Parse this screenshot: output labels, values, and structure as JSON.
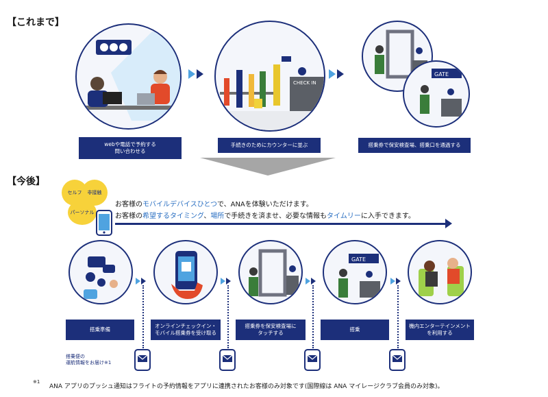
{
  "sections": {
    "before_title": "【これまで】",
    "after_title": "【今後】"
  },
  "before": {
    "steps": [
      {
        "label": "webや電話で予約する\n問い合わせる",
        "icon": "call-center-icon"
      },
      {
        "label": "手続きのためにカウンターに並ぶ",
        "icon": "check-in-counter-icon",
        "scene_text": "CHECK IN"
      },
      {
        "label": "搭乗券で保安検査場、搭乗口を通過する",
        "icon": "security-gate-icon",
        "scene_text": "GATE"
      }
    ]
  },
  "tags": [
    "セルフ",
    "非接触",
    "パーソナル"
  ],
  "message": {
    "line1": [
      {
        "text": "お客様の",
        "hl": false
      },
      {
        "text": "モバイルデバイスひとつ",
        "hl": true
      },
      {
        "text": "で、ANAを体験いただけます。",
        "hl": false
      }
    ],
    "line2": [
      {
        "text": "お客様の",
        "hl": false
      },
      {
        "text": "希望するタイミング",
        "hl": true
      },
      {
        "text": "、",
        "hl": false
      },
      {
        "text": "場所",
        "hl": true
      },
      {
        "text": "で手続きを済ませ、必要な情報も",
        "hl": false
      },
      {
        "text": "タイムリー",
        "hl": true
      },
      {
        "text": "に入手できます。",
        "hl": false
      }
    ]
  },
  "after": {
    "steps": [
      {
        "label": "搭乗準備",
        "icon": "mobile-prep-icon"
      },
      {
        "label": "オンラインチェックイン・\nモバイル搭乗券を受け取る",
        "icon": "mobile-checkin-icon"
      },
      {
        "label": "搭乗券を保安検査場に\nタッチする",
        "icon": "security-touch-icon"
      },
      {
        "label": "搭乗",
        "icon": "boarding-gate-icon",
        "scene_text": "GATE"
      },
      {
        "label": "機内エンターテインメント\nを利用する",
        "icon": "inflight-entertainment-icon"
      }
    ],
    "side_note": "搭乗便の\n運航情報をお届け※1"
  },
  "footnote": {
    "mark": "※1",
    "text": "ANA アプリのプッシュ通知はフライトの予約情報をアプリに連携されたお客様のみ対象です(国際線は ANA マイレージクラブ会員のみ対象)。"
  },
  "colors": {
    "navy": "#1c2f7a",
    "light_blue": "#4fa3e0",
    "highlight": "#2a6fc2",
    "tag_yellow": "#f7d23a",
    "gray_arrow": "#a6a6a6"
  }
}
